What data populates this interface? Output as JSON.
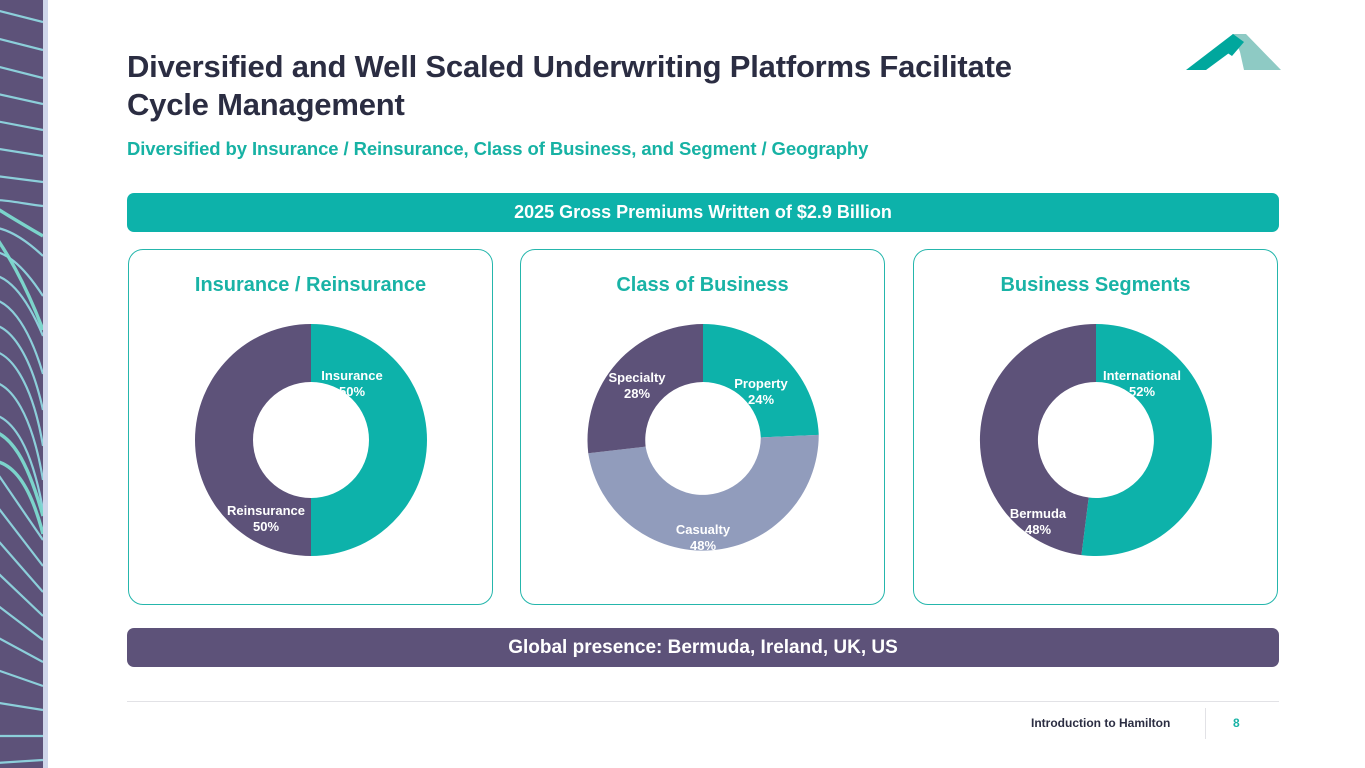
{
  "slide": {
    "title": "Diversified and Well Scaled Underwriting Platforms Facilitate Cycle Management",
    "subtitle": "Diversified by Insurance / Reinsurance, Class of Business, and Segment / Geography",
    "banner": "2025 Gross Premiums Written of $2.9 Billion",
    "bottom_bar": "Global presence: Bermuda, Ireland, UK, US"
  },
  "logo": {
    "name": "hamilton-chevron-logo",
    "primary_color": "#00a79d",
    "secondary_color": "#8ecac4"
  },
  "footer": {
    "document": "Introduction to Hamilton",
    "page_number": "8"
  },
  "colors": {
    "teal": "#0db2aa",
    "teal_text": "#19b3a6",
    "purple": "#5D5279",
    "slate_blue": "#919cbc",
    "title_dark": "#2b2d42",
    "card_border": "#25b6ac",
    "white": "#ffffff"
  },
  "chart_data": [
    {
      "type": "pie",
      "title": "Insurance / Reinsurance",
      "categories": [
        "Insurance",
        "Reinsurance"
      ],
      "values": [
        50,
        50
      ],
      "labels": [
        "50%",
        "50%"
      ],
      "colors": [
        "#0db2aa",
        "#5D5279"
      ],
      "donut": true,
      "legend": "inside-slices",
      "units": "percent"
    },
    {
      "type": "pie",
      "title": "Class of Business",
      "categories": [
        "Property",
        "Casualty",
        "Specialty"
      ],
      "values": [
        24,
        48,
        28
      ],
      "labels": [
        "24%",
        "48%",
        "28%"
      ],
      "colors": [
        "#0db2aa",
        "#919cbc",
        "#5D5279"
      ],
      "donut": true,
      "legend": "inside-slices",
      "units": "percent"
    },
    {
      "type": "pie",
      "title": "Business Segments",
      "categories": [
        "International",
        "Bermuda"
      ],
      "values": [
        52,
        48
      ],
      "labels": [
        "52%",
        "48%"
      ],
      "colors": [
        "#0db2aa",
        "#5D5279"
      ],
      "donut": true,
      "legend": "inside-slices",
      "units": "percent"
    }
  ]
}
